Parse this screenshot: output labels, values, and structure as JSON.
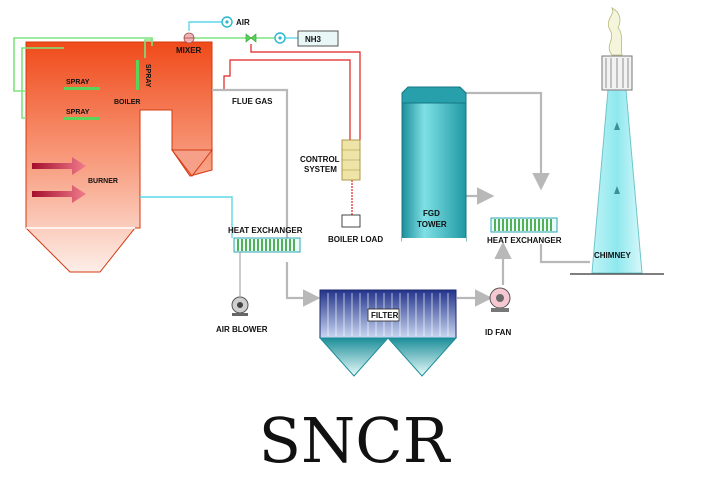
{
  "diagram": {
    "labels": {
      "air": "AIR",
      "mixer": "MIXER",
      "nh3": "NH3",
      "spray_top": "SPRAY",
      "spray_bottom": "SPRAY",
      "spray_vertical": "SPRAY",
      "boiler": "BOILER",
      "flue_gas": "FLUE GAS",
      "burner": "BURNER",
      "control_system_line1": "CONTROL",
      "control_system_line2": "SYSTEM",
      "boiler_load": "BOILER LOAD",
      "heat_exchanger_left": "HEAT EXCHANGER",
      "air_blower": "AIR BLOWER",
      "filter": "FILTER",
      "id_fan": "ID FAN",
      "fgd_line1": "FGD",
      "fgd_line2": "TOWER",
      "heat_exchanger_right": "HEAT EXCHANGER",
      "chimney": "CHIMNEY"
    },
    "caption": "SNCR",
    "colors": {
      "pipe_gray": "#b8b8b8",
      "pipe_green": "#7ee37e",
      "pipe_cyan": "#5fd7e8",
      "signal_red": "#e02020",
      "boiler_top": "#f04a1a",
      "boiler_bottom": "#fbe6df",
      "tower_teal": "#2aa7b3",
      "filter_navy": "#2a3a8c"
    }
  }
}
